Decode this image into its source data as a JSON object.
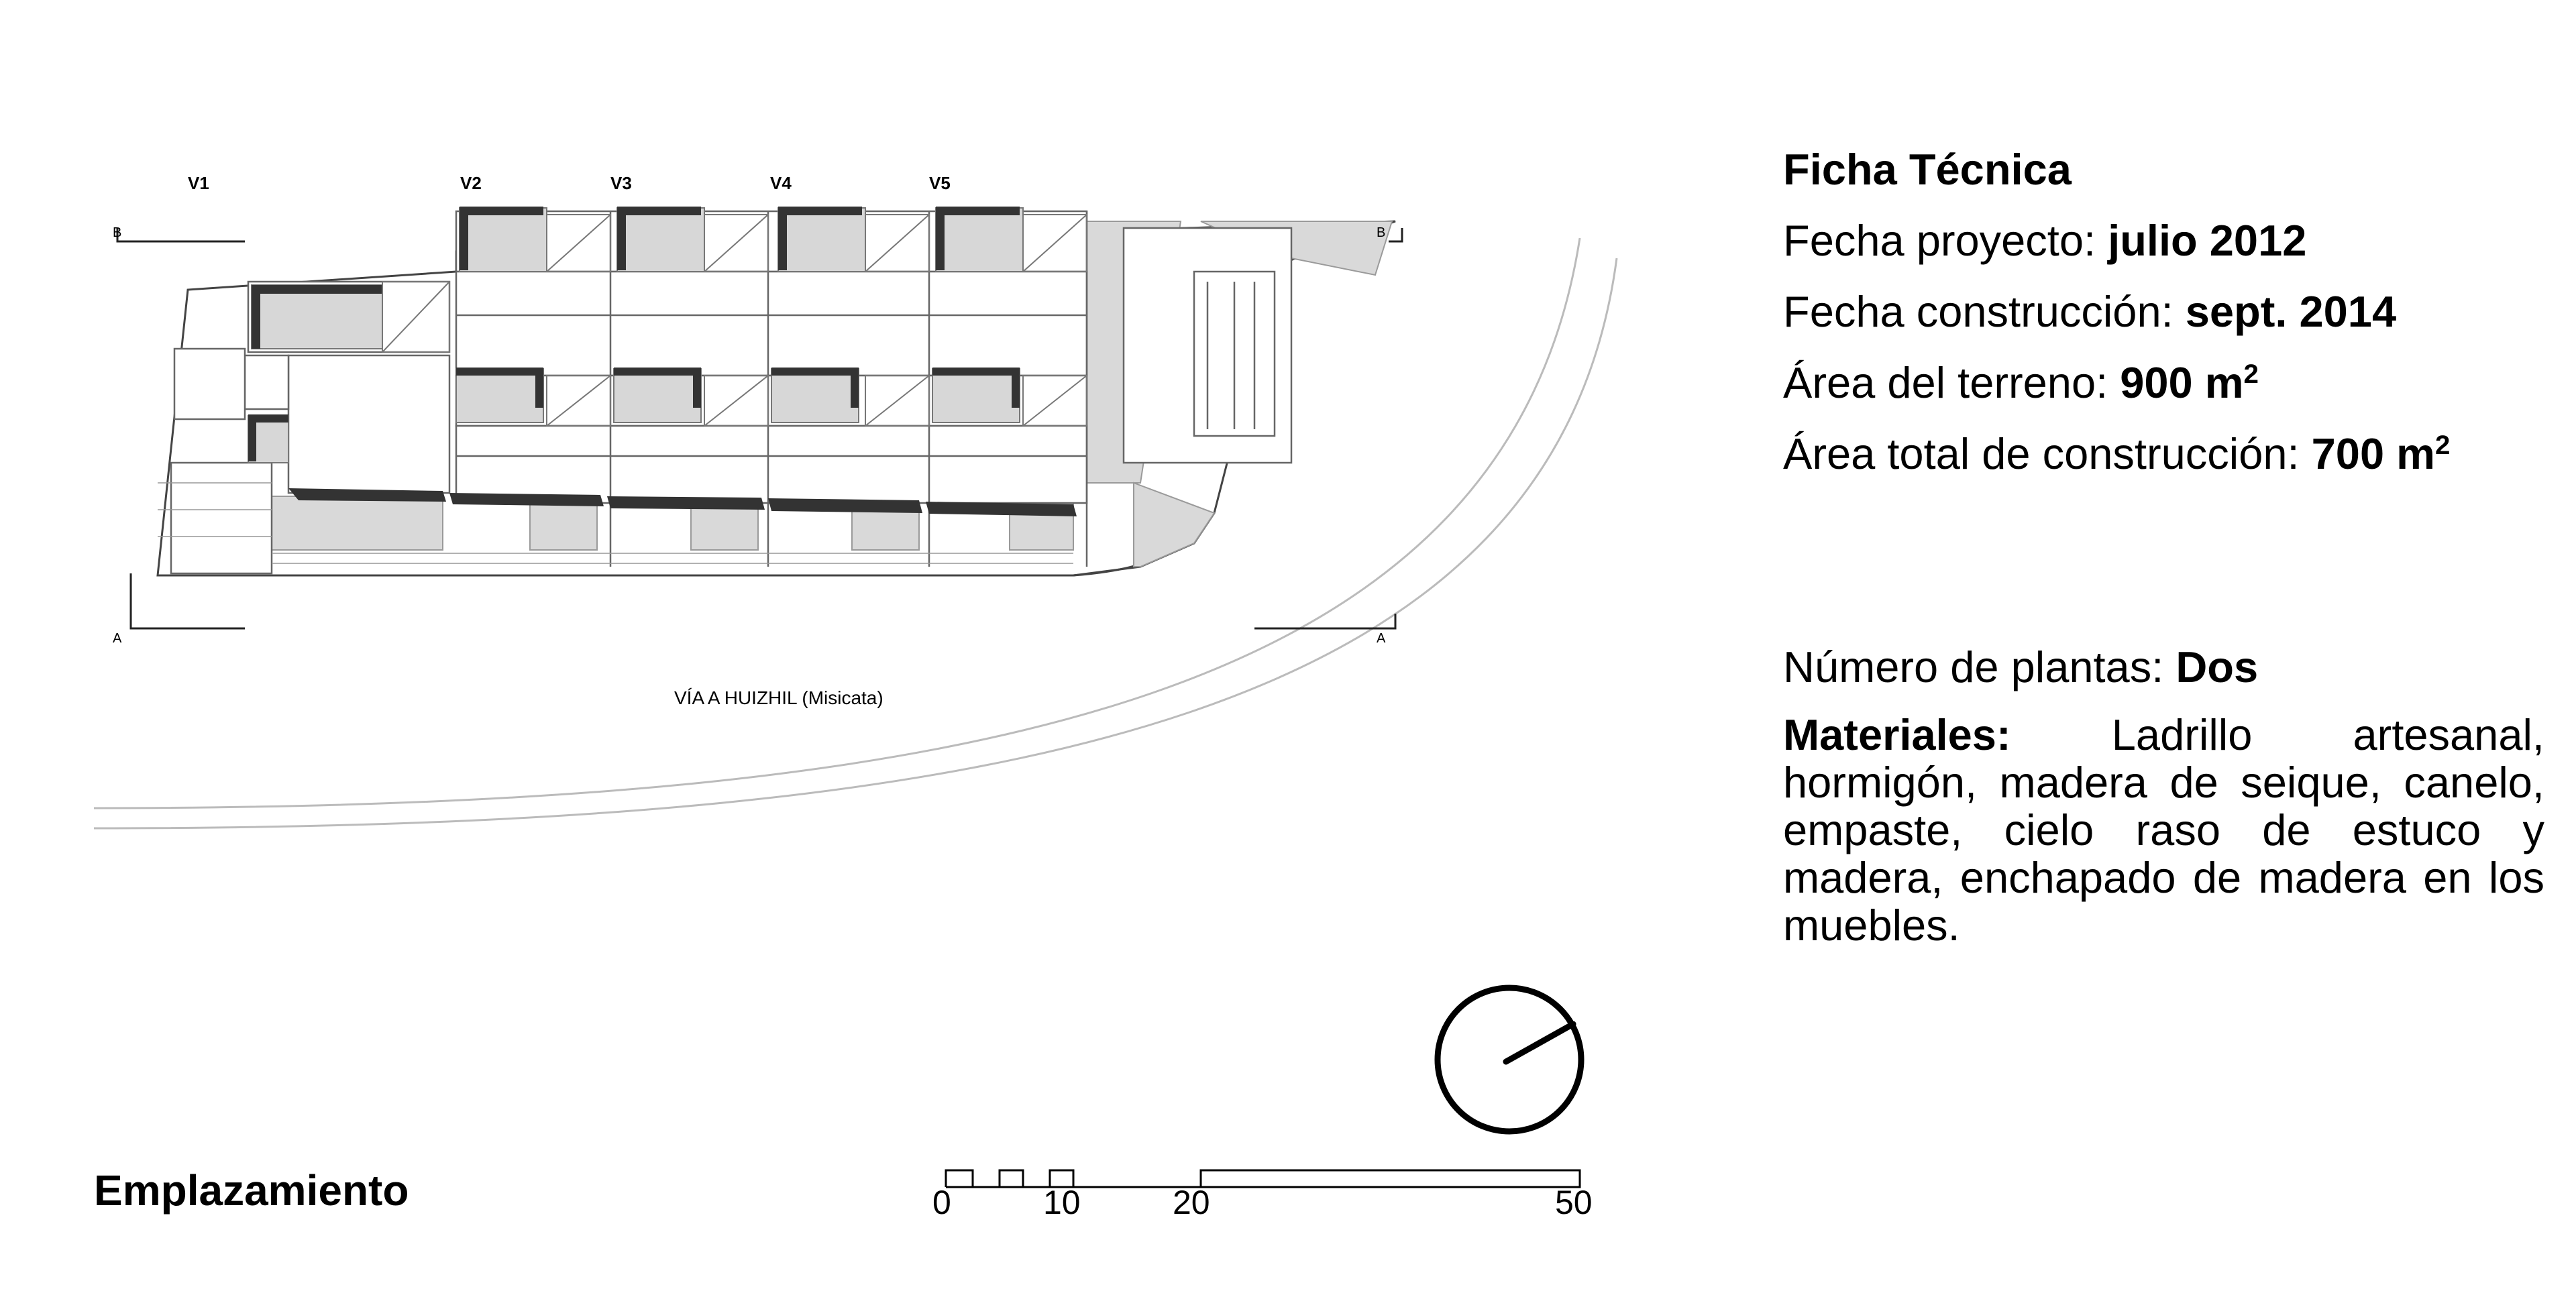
{
  "plan": {
    "unit_labels": [
      "V1",
      "V2",
      "V3",
      "V4",
      "V5"
    ],
    "section_marks": {
      "b": "B",
      "a": "A"
    },
    "road_label": "VÍA A HUIZHIL (Misicata)"
  },
  "scale_bar": {
    "ticks": [
      "0",
      "10",
      "20",
      "50"
    ]
  },
  "caption": "Emplazamiento",
  "ficha": {
    "title": "Ficha Técnica",
    "fecha_proyecto": {
      "label": "Fecha proyecto:",
      "value": "julio 2012"
    },
    "fecha_construccion": {
      "label": "Fecha construcción:",
      "value": "sept. 2014"
    },
    "area_terreno": {
      "label": "Área del terreno:",
      "value": "900 m",
      "unit_sup": "2"
    },
    "area_construccion": {
      "label": "Área total de construcción:",
      "value": "700 m",
      "unit_sup": "2"
    },
    "plantas": {
      "label": "Número de plantas:",
      "value": "Dos"
    },
    "materiales": {
      "label": "Materiales:",
      "text": "Ladrillo artesanal, hormigón, madera de seique, canelo, empaste, cielo raso de estuco y madera, enchapado de madera en los muebles."
    }
  },
  "colors": {
    "ink": "#000000",
    "line": "#4a4a4a",
    "hatch": "#d9d9d9",
    "wall": "#333333"
  }
}
